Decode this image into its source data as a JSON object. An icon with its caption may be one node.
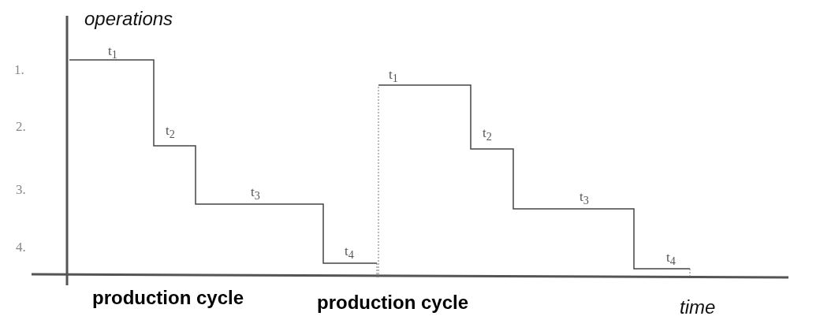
{
  "diagram": {
    "labels": [
      "operations",
      "1.",
      "t$_{1}$",
      "t$_{1}$",
      "2.",
      "t$_{2}$",
      "t$_{2}$",
      "3.",
      "t$_{3}$",
      "t$_{3}$",
      "4.",
      "t$_{4}$",
      "t$_{4}$",
      "production cycle",
      "production cycle",
      "time"
    ]
  }
}
